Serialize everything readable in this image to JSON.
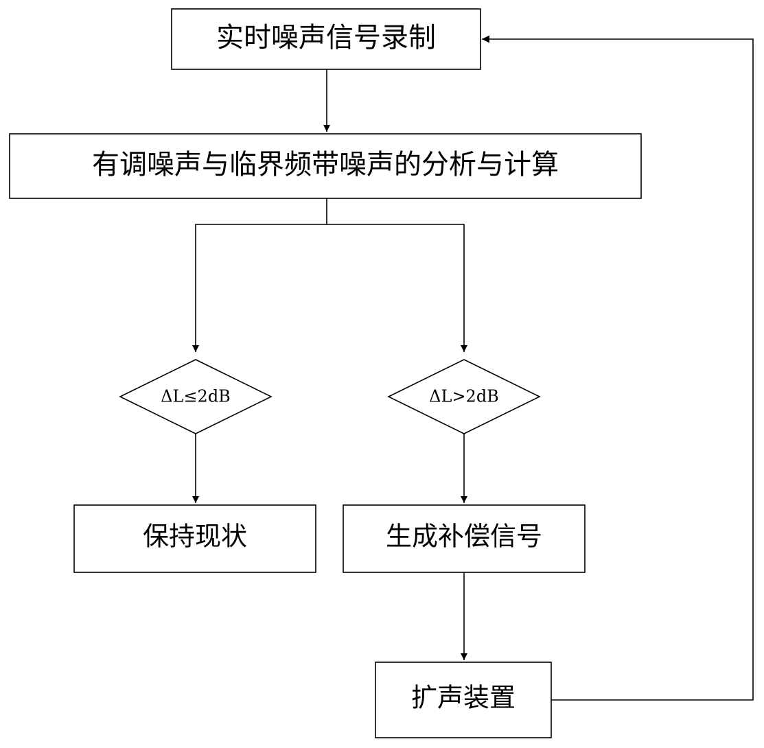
{
  "nodes": {
    "record": {
      "label": "实时噪声信号录制"
    },
    "analyze": {
      "label": "有调噪声与临界频带噪声的分析与计算"
    },
    "cond_le": {
      "label": "ΔL≤2dB"
    },
    "cond_gt": {
      "label": "ΔL>2dB"
    },
    "keep": {
      "label": "保持现状"
    },
    "compensate": {
      "label": "生成补偿信号"
    },
    "speaker": {
      "label": "扩声装置"
    }
  },
  "edges": [
    {
      "from": "record",
      "to": "analyze"
    },
    {
      "from": "analyze",
      "to": "cond_le"
    },
    {
      "from": "analyze",
      "to": "cond_gt"
    },
    {
      "from": "cond_le",
      "to": "keep"
    },
    {
      "from": "cond_gt",
      "to": "compensate"
    },
    {
      "from": "compensate",
      "to": "speaker"
    },
    {
      "from": "speaker",
      "to": "record"
    }
  ],
  "colors": {
    "stroke": "#000000",
    "fill": "#ffffff"
  }
}
